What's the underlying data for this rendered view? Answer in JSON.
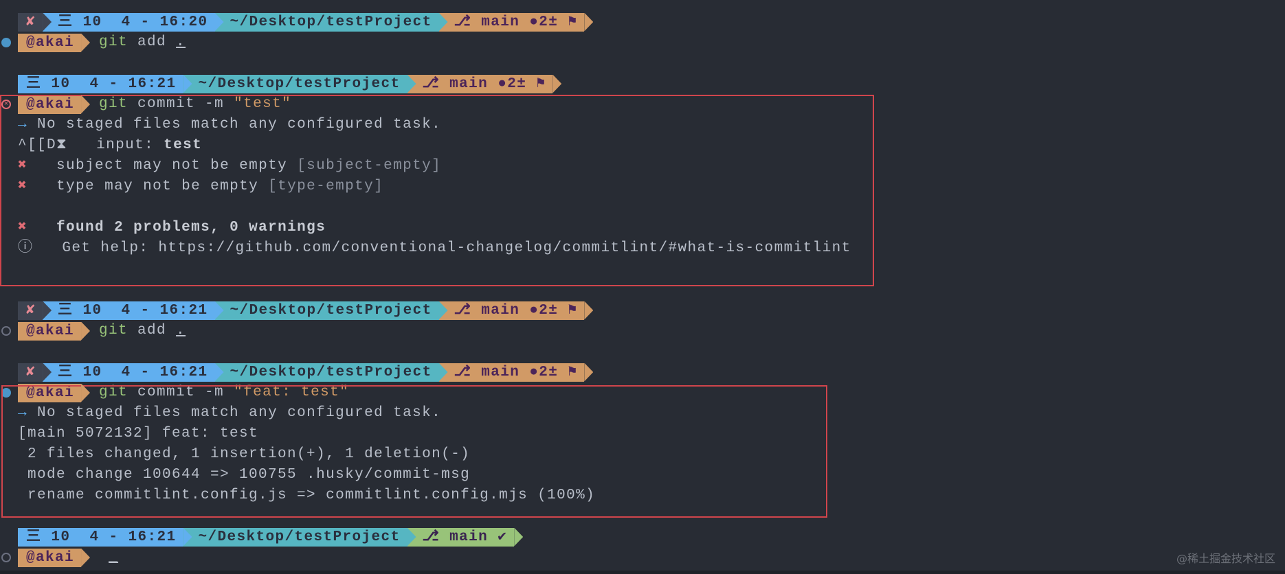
{
  "prompts": [
    {
      "status": "✘",
      "menu": "三",
      "num": "10",
      "time": "4 - 16:20",
      "path": "~/Desktop/testProject",
      "branch_icon": "⎇",
      "branch": "main",
      "git_status": "●2±",
      "flag": "⚑",
      "clean": false
    },
    {
      "status": null,
      "menu": "三",
      "num": "10",
      "time": "4 - 16:21",
      "path": "~/Desktop/testProject",
      "branch_icon": "⎇",
      "branch": "main",
      "git_status": "●2±",
      "flag": "⚑",
      "clean": false
    },
    {
      "status": "✘",
      "menu": "三",
      "num": "10",
      "time": "4 - 16:21",
      "path": "~/Desktop/testProject",
      "branch_icon": "⎇",
      "branch": "main",
      "git_status": "●2±",
      "flag": "⚑",
      "clean": false
    },
    {
      "status": "✘",
      "menu": "三",
      "num": "10",
      "time": "4 - 16:21",
      "path": "~/Desktop/testProject",
      "branch_icon": "⎇",
      "branch": "main",
      "git_status": "●2±",
      "flag": "⚑",
      "clean": false
    },
    {
      "status": null,
      "menu": "三",
      "num": "10",
      "time": "4 - 16:21",
      "path": "~/Desktop/testProject",
      "branch_icon": "⎇",
      "branch": "main",
      "git_status": "✔",
      "flag": "",
      "clean": true
    }
  ],
  "user": "@akai",
  "commands": [
    {
      "git": "git",
      "rest": " add ",
      "arg": ".",
      "arg_style": "underline"
    },
    {
      "git": "git",
      "rest": " commit -m ",
      "arg": "\"test\"",
      "arg_style": "string"
    },
    {
      "git": "git",
      "rest": " add ",
      "arg": ".",
      "arg_style": "underline"
    },
    {
      "git": "git",
      "rest": " commit -m ",
      "arg": "\"feat: test\"",
      "arg_style": "string"
    },
    {
      "git": "",
      "rest": " ",
      "arg": "_",
      "arg_style": "cursor"
    }
  ],
  "output1": {
    "arrow": "→",
    "no_staged": " No staged files match any configured task.",
    "input_prefix": "^[[D⧗   input: ",
    "input_value": "test",
    "errors": [
      {
        "icon": "✖",
        "text": "   subject may not be empty ",
        "rule": "[subject-empty]"
      },
      {
        "icon": "✖",
        "text": "   type may not be empty ",
        "rule": "[type-empty]"
      }
    ],
    "summary_icon": "✖",
    "summary": "   found 2 problems, 0 warnings",
    "help_icon": "ⓘ",
    "help": "   Get help: https://github.com/conventional-changelog/commitlint/#what-is-commitlint"
  },
  "output2": {
    "arrow": "→",
    "no_staged": " No staged files match any configured task.",
    "lines": [
      "[main 5072132] feat: test",
      " 2 files changed, 1 insertion(+), 1 deletion(-)",
      " mode change 100644 => 100755 .husky/commit-msg",
      " rename commitlint.config.js => commitlint.config.mjs (100%)"
    ]
  },
  "watermark": "@稀土掘金技术社区"
}
